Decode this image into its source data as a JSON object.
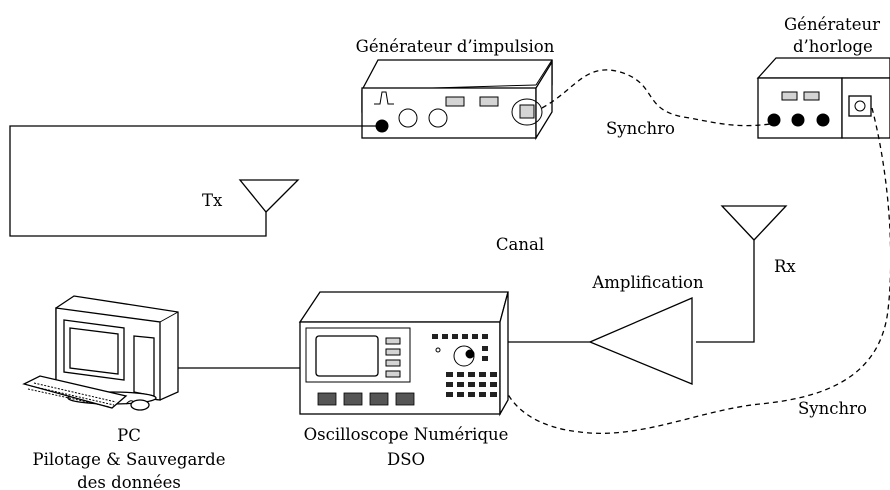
{
  "labels": {
    "pulse_generator": "Générateur d’impulsion",
    "clock_generator_line1": "Générateur",
    "clock_generator_line2": "d’horloge",
    "synchro_top": "Synchro",
    "tx": "Tx",
    "channel": "Canal",
    "rx": "Rx",
    "amplification": "Amplification",
    "synchro_bottom": "Synchro",
    "pc_line1": "PC",
    "pc_line2": "Pilotage & Sauvegarde",
    "pc_line3": "des données",
    "dso_line1": "Oscilloscope Numérique",
    "dso_line2": "DSO"
  }
}
